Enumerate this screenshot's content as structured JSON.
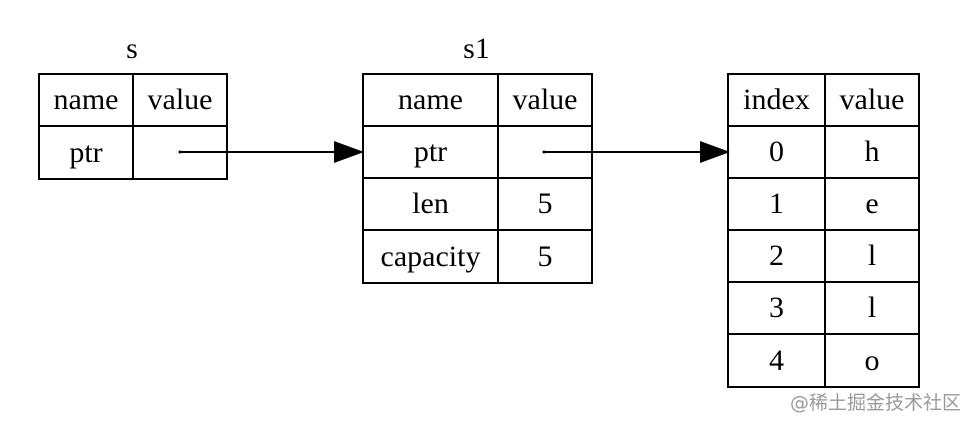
{
  "tables": {
    "s": {
      "title": "s",
      "headers": [
        "name",
        "value"
      ],
      "rows": [
        [
          "ptr",
          ""
        ]
      ]
    },
    "s1": {
      "title": "s1",
      "headers": [
        "name",
        "value"
      ],
      "rows": [
        [
          "ptr",
          ""
        ],
        [
          "len",
          "5"
        ],
        [
          "capacity",
          "5"
        ]
      ]
    },
    "heap": {
      "headers": [
        "index",
        "value"
      ],
      "rows": [
        [
          "0",
          "h"
        ],
        [
          "1",
          "e"
        ],
        [
          "2",
          "l"
        ],
        [
          "3",
          "l"
        ],
        [
          "4",
          "o"
        ]
      ]
    }
  },
  "arrows": [
    {
      "from": "s.ptr.value",
      "to": "s1.ptr"
    },
    {
      "from": "s1.ptr.value",
      "to": "heap.row0"
    }
  ],
  "watermark": "@稀土掘金技术社区"
}
